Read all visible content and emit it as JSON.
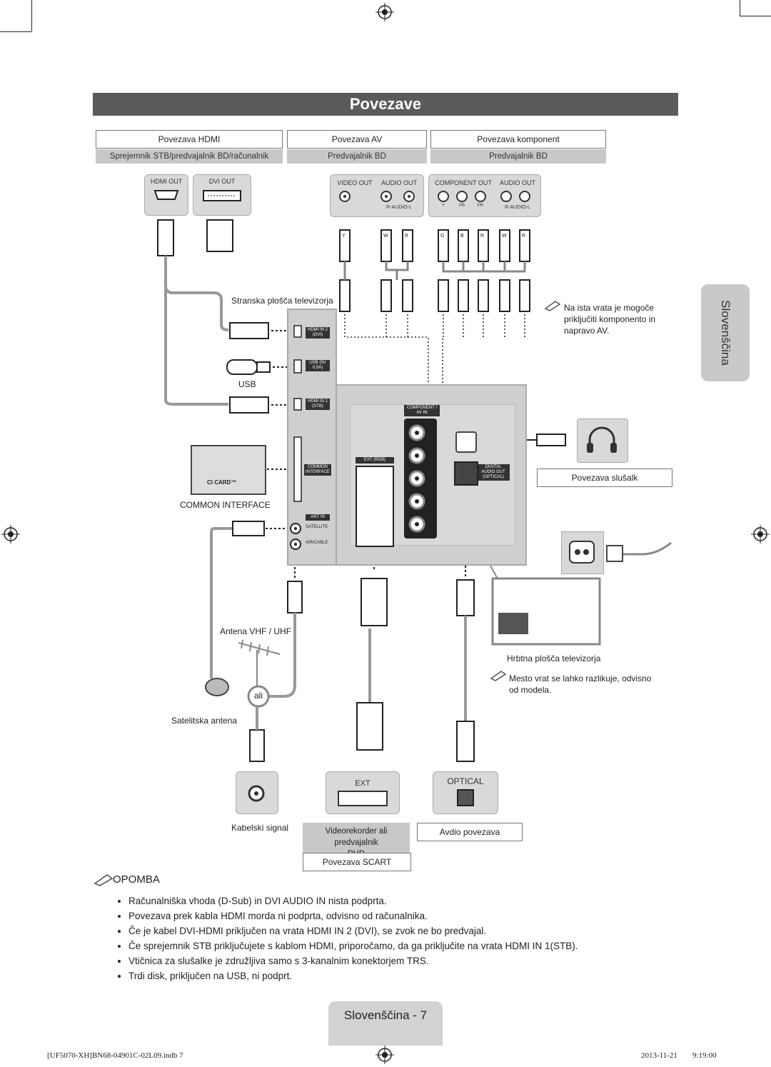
{
  "title": "Povezave",
  "side_tab": "Slovenščina",
  "headers": {
    "hdmi": "Povezava HDMI",
    "av": "Povezava AV",
    "component": "Povezava komponent"
  },
  "sub_headers": {
    "hdmi": "Sprejemnik STB/predvajalnik BD/računalnik",
    "av": "Predvajalnik BD",
    "component": "Predvajalnik BD"
  },
  "device_ports": {
    "hdmi_out": "HDMI OUT",
    "dvi_out": "DVI OUT",
    "video_out": "VIDEO OUT",
    "audio_out": "AUDIO OUT",
    "component_out": "COMPONENT OUT",
    "audio_out2": "AUDIO OUT",
    "r_audio_l": "R-AUDIO-L",
    "r_audio_l2": "R-AUDIO-L",
    "y": "Y",
    "pb": "PB",
    "pr": "PR"
  },
  "plug_letters": {
    "av": [
      "Y",
      "W",
      "R"
    ],
    "comp": [
      "G",
      "B",
      "R",
      "W",
      "R"
    ]
  },
  "labels": {
    "side_panel": "Stranska plošča televizorja",
    "usb": "USB",
    "common_interface": "COMMON INTERFACE",
    "ci_card": "CI CARD™",
    "antenna": "Antena VHF / UHF",
    "or": "ali",
    "satellite": "Satelitska antena",
    "cable_signal": "Kabelski signal",
    "headphones": "Povezava slušalk",
    "back_panel": "Hrbtna plošča televizorja",
    "ext": "EXT",
    "optical": "OPTICAL",
    "vcr_dvd_1": "Videorekorder ali predvajalnik",
    "vcr_dvd_2": "DVD",
    "audio_conn": "Avdio povezava",
    "scart": "Povezava SCART"
  },
  "tv_ports": {
    "hdmi2": "HDMI IN 2 (DVI)",
    "usb": "USB (5V 0.5A)",
    "hdmi1": "HDMI IN 1 (STB)",
    "common": "COMMON INTERFACE",
    "ant_in": "ANT IN",
    "satellite": "SATELLITE",
    "air_cable": "AIR/CABLE",
    "component_av": "COMPONENT / AV IN",
    "ext_rgb": "EXT (RGB)",
    "digital_audio": "DIGITAL AUDIO OUT (OPTICAL)"
  },
  "notes_side": [
    "Na ista vrata je mogoče priključiti komponento in napravo AV.",
    "Mesto vrat se lahko razlikuje, odvisno od modela."
  ],
  "opomba_title": "OPOMBA",
  "opomba": [
    "Računalniška vhoda (D-Sub) in DVI AUDIO IN nista podprta.",
    "Povezava prek kabla HDMI morda ni podprta, odvisno od računalnika.",
    "Če je kabel DVI-HDMI priključen na vrata HDMI IN 2 (DVI), se zvok ne bo predvajal.",
    "Če sprejemnik STB priključujete s kablom HDMI, priporočamo, da ga priključite na vrata HDMI IN 1(STB).",
    "Vtičnica za slušalke je združljiva samo s 3-kanalnim konektorjem TRS.",
    "Trdi disk, priključen na USB, ni podprt."
  ],
  "page_label": "Slovenščina - 7",
  "footer": {
    "file": "[UF5070-XH]BN68-04901C-02L09.indb   7",
    "date": "2013-11-21",
    "time": "9:19:00"
  },
  "colors": {
    "title_bar": "#5a5a5a",
    "sub_header": "#c8c8c8",
    "tv_panel": "#cfcfcf",
    "green": "#3a7a3a",
    "blue": "#2f4f8f",
    "red": "#8a2a2a"
  }
}
